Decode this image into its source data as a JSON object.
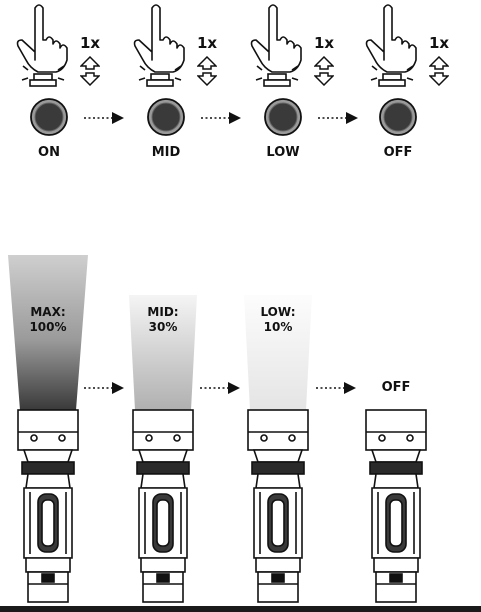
{
  "button_sequence": {
    "press_count_label": "1x",
    "states": [
      "ON",
      "MID",
      "LOW",
      "OFF"
    ]
  },
  "brightness_modes": [
    {
      "name": "MAX:",
      "value": "100%",
      "beam_opacity": 1.0
    },
    {
      "name": "MID:",
      "value": "30%",
      "beam_opacity": 0.55
    },
    {
      "name": "LOW:",
      "value": "10%",
      "beam_opacity": 0.22
    }
  ],
  "off_label": "OFF",
  "icons": {
    "hand": "hand-press-icon",
    "button": "switch-button-icon",
    "cycle": "up-down-arrow-icon",
    "next": "dotted-arrow-right-icon",
    "flashlight": "flashlight-icon"
  }
}
